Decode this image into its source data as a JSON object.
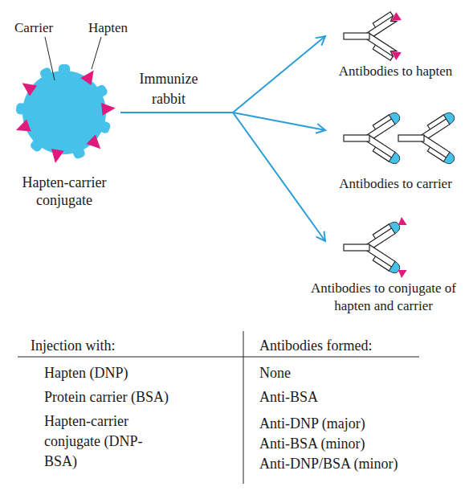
{
  "diagram": {
    "nodes": [
      {
        "text": [
          "Hapten-carrier conjugate"
        ]
      },
      {
        "text": [
          "Antibodies to hapten"
        ]
      },
      {
        "text": [
          "Antibodies to carrier"
        ]
      },
      {
        "text": [
          "Antibodies to conjugate of hapten and carrier"
        ]
      }
    ],
    "edges": [
      {
        "from": 0,
        "to": 1,
        "arrow": "to"
      },
      {
        "from": 0,
        "to": 2,
        "arrow": "to"
      },
      {
        "from": 0,
        "to": 3,
        "arrow": "to"
      }
    ],
    "labels": [
      "Carrier",
      "Hapten",
      "Immunize rabbit",
      "Injection with:",
      "Antibodies formed:",
      "Hapten (DNP)",
      "None",
      "Protein carrier (BSA)",
      "Anti-BSA",
      "Hapten-carrier conjugate (DNP-BSA)",
      "Anti-DNP (major)",
      "Anti-BSA (minor)",
      "Anti-DNP/BSA (minor)"
    ]
  }
}
